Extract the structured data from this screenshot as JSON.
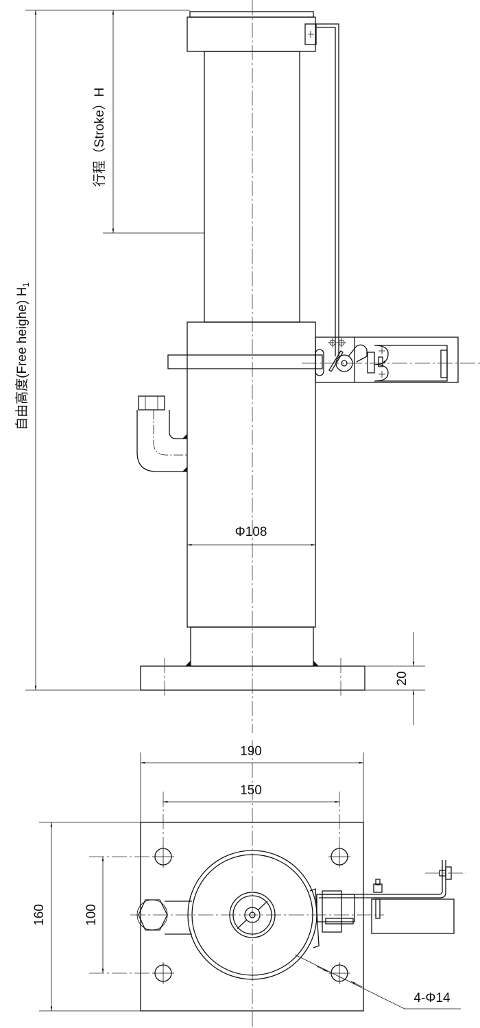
{
  "front_view": {
    "free_height_label": "自由高度(Free heighe) H",
    "free_height_subscript": "1",
    "stroke_label": "行程（Stroke）H",
    "diameter_label": "Φ108",
    "base_thickness_label": "20"
  },
  "top_view": {
    "width_label": "190",
    "hole_spacing_x_label": "150",
    "depth_label": "160",
    "hole_spacing_y_label": "100",
    "holes_label": "4-Φ14"
  }
}
